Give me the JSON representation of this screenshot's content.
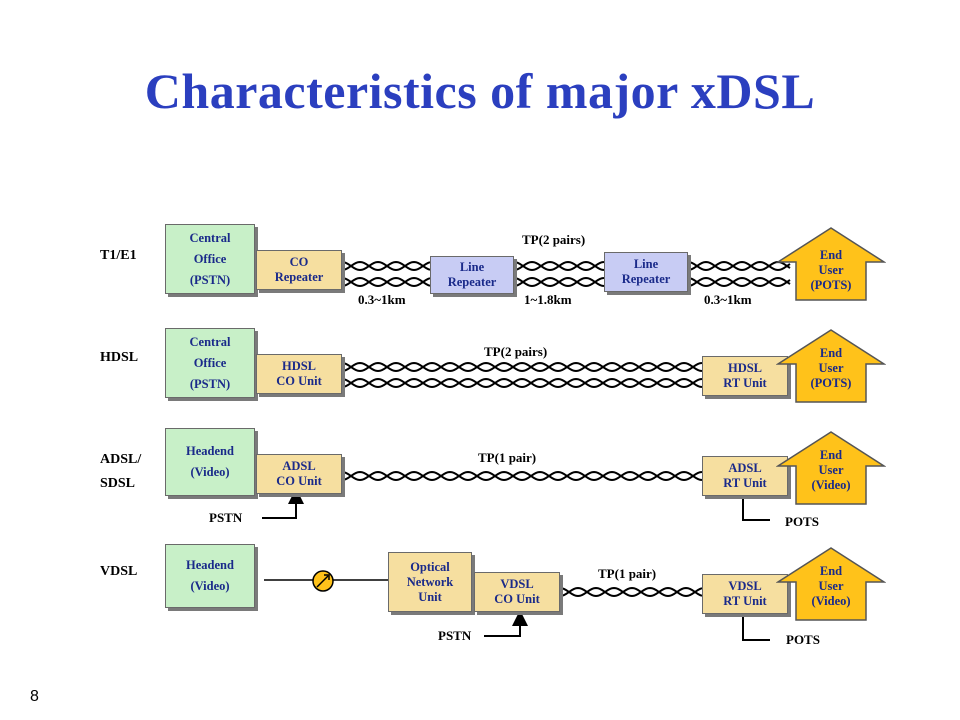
{
  "title": "Characteristics of major xDSL",
  "page_number": "8",
  "rows": {
    "t1e1": {
      "label": "T1/E1",
      "source": [
        "Central",
        "Office",
        "(PSTN)"
      ],
      "co": [
        "CO",
        "Repeater"
      ],
      "repeater1": [
        "Line",
        "Repeater"
      ],
      "repeater2": [
        "Line",
        "Repeater"
      ],
      "end_user": [
        "End",
        "User",
        "(POTS)"
      ],
      "tp": "TP(2 pairs)",
      "dist1": "0.3~1km",
      "dist2": "1~1.8km",
      "dist3": "0.3~1km"
    },
    "hdsl": {
      "label": "HDSL",
      "source": [
        "Central",
        "Office",
        "(PSTN)"
      ],
      "co": [
        "HDSL",
        "CO Unit"
      ],
      "rt": [
        "HDSL",
        "RT Unit"
      ],
      "end_user": [
        "End",
        "User",
        "(POTS)"
      ],
      "tp": "TP(2 pairs)"
    },
    "adsl": {
      "label_line1": "ADSL/",
      "label_line2": "SDSL",
      "source": [
        "Headend",
        "(Video)"
      ],
      "co": [
        "ADSL",
        "CO Unit"
      ],
      "rt": [
        "ADSL",
        "RT Unit"
      ],
      "end_user": [
        "End",
        "User",
        "(Video)"
      ],
      "tp": "TP(1 pair)",
      "pstn": "PSTN",
      "pots": "POTS"
    },
    "vdsl": {
      "label": "VDSL",
      "source": [
        "Headend",
        "(Video)"
      ],
      "onu": [
        "Optical",
        "Network",
        "Unit"
      ],
      "co": [
        "VDSL",
        "CO Unit"
      ],
      "rt": [
        "VDSL",
        "RT Unit"
      ],
      "end_user": [
        "End",
        "User",
        "(Video)"
      ],
      "tp": "TP(1 pair)",
      "pstn": "PSTN",
      "pots": "POTS"
    }
  },
  "colors": {
    "title": "#2b3fbf",
    "box_green": "#c8f0c8",
    "box_tan": "#f6dfa0",
    "box_blue": "#c8ccf4",
    "house_fill": "#ffc21a",
    "text_blue": "#1a2a8a"
  }
}
